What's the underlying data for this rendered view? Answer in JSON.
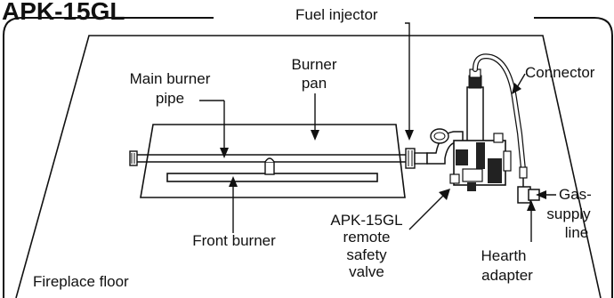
{
  "title": "APK-15GL",
  "labels": {
    "fuel_injector": "Fuel injector",
    "connector": "Connector",
    "main_burner_pipe_1": "Main burner",
    "main_burner_pipe_2": "pipe",
    "burner_pan_1": "Burner",
    "burner_pan_2": "pan",
    "front_burner": "Front burner",
    "remote_valve_1": "APK-15GL",
    "remote_valve_2": "remote",
    "remote_valve_3": "safety",
    "remote_valve_4": "valve",
    "gas_supply_1": "Gas-",
    "gas_supply_2": "supply",
    "gas_supply_3": "line",
    "hearth_adapter_1": "Hearth",
    "hearth_adapter_2": "adapter",
    "fireplace_floor": "Fireplace floor"
  },
  "colors": {
    "line": "#111111",
    "part_fill": "#ffffff",
    "valve_fill": "#222222"
  }
}
